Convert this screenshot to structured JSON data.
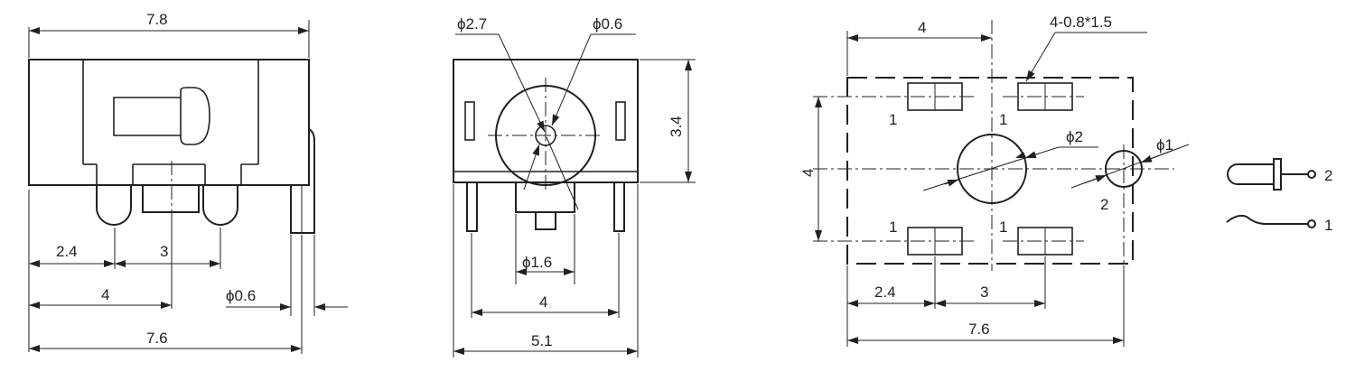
{
  "side_view": {
    "dim_total_width": "7.8",
    "dim_offset_2_4": "2.4",
    "dim_pitch_3": "3",
    "dim_4": "4",
    "dim_7_6": "7.6",
    "dim_pin_dia": "ϕ0.6"
  },
  "front_view": {
    "dim_bore": "ϕ2.7",
    "dim_center_pin": "ϕ0.6",
    "dim_height": "3.4",
    "dim_post": "ϕ1.6",
    "dim_pin_pitch": "4",
    "dim_width": "5.1"
  },
  "pcb_layout": {
    "dim_pad_pitch_top": "4",
    "dim_slots": "4-0.8*1.5",
    "dim_big_hole": "ϕ2",
    "dim_small_hole": "ϕ1",
    "dim_height": "4",
    "dim_left": "2.4",
    "dim_pitch": "3",
    "dim_width": "7.6",
    "pad_labels": [
      "1",
      "1",
      "1",
      "1"
    ],
    "hole_label": "2"
  },
  "schematic": {
    "pin_2": "2",
    "pin_1": "1"
  }
}
